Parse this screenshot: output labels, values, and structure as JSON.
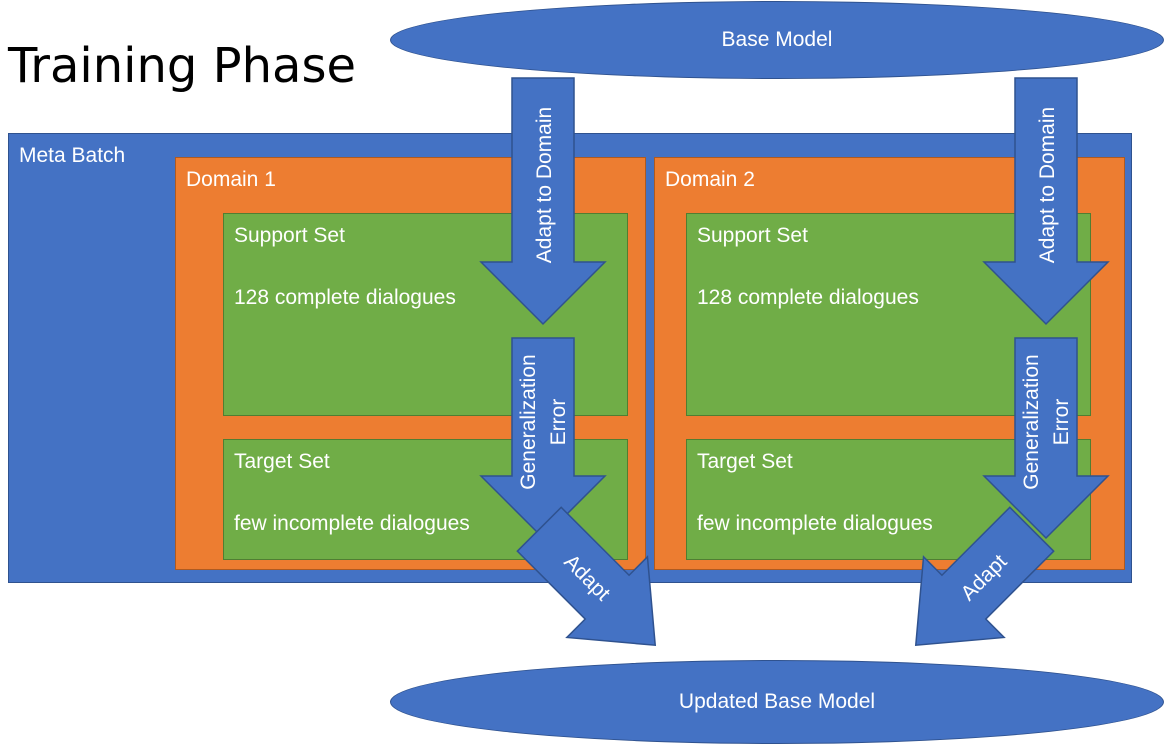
{
  "title": "Training Phase",
  "base_model": "Base Model",
  "updated_base_model": "Updated Base Model",
  "meta_batch": "Meta Batch",
  "domains": [
    {
      "label": "Domain 1",
      "support_set": {
        "label": "Support Set",
        "description": "128 complete dialogues"
      },
      "target_set": {
        "label": "Target Set",
        "description": "few incomplete dialogues"
      }
    },
    {
      "label": "Domain 2",
      "support_set": {
        "label": "Support Set",
        "description": "128 complete dialogues"
      },
      "target_set": {
        "label": "Target Set",
        "description": "few incomplete dialogues"
      }
    }
  ],
  "arrows": {
    "adapt_to_domain": "Adapt to Domain",
    "generalization_error_line1": "Generalization",
    "generalization_error_line2": "Error",
    "adapt": "Adapt"
  },
  "colors": {
    "blue": "#4472c4",
    "orange": "#ed7d31",
    "green": "#70ad47",
    "text": "#ffffff"
  }
}
